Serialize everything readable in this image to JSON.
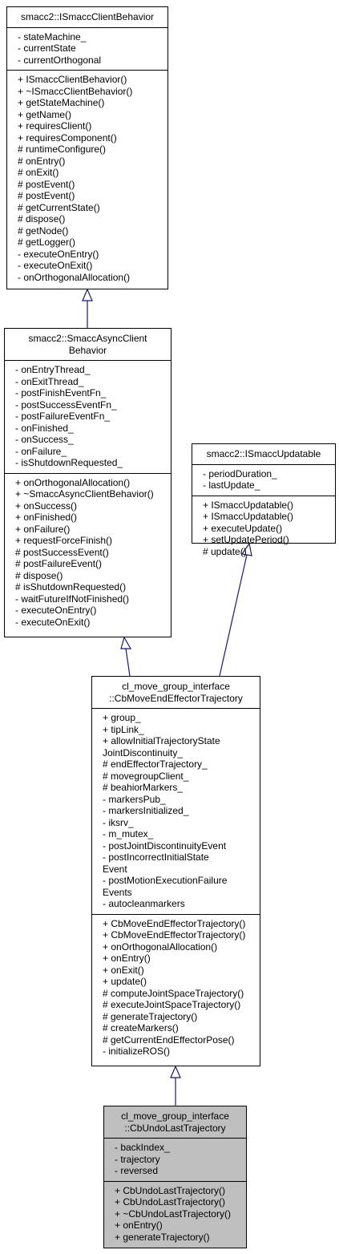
{
  "classes": {
    "client_behavior": {
      "title": [
        "smacc2::ISmaccClientBehavior"
      ],
      "attributes": [
        "- stateMachine_",
        "- currentState",
        "- currentOrthogonal"
      ],
      "methods": [
        "+ ISmaccClientBehavior()",
        "+ ~ISmaccClientBehavior()",
        "+ getStateMachine()",
        "+ getName()",
        "+ requiresClient()",
        "+ requiresComponent()",
        "# runtimeConfigure()",
        "# onEntry()",
        "# onExit()",
        "# postEvent()",
        "# postEvent()",
        "# getCurrentState()",
        "# dispose()",
        "# getNode()",
        "# getLogger()",
        "- executeOnEntry()",
        "- executeOnExit()",
        "- onOrthogonalAllocation()"
      ]
    },
    "async_behavior": {
      "title": [
        "smacc2::SmaccAsyncClient",
        "Behavior"
      ],
      "attributes": [
        "- onEntryThread_",
        "- onExitThread_",
        "- postFinishEventFn_",
        "- postSuccessEventFn_",
        "- postFailureEventFn_",
        "- onFinished_",
        "- onSuccess_",
        "- onFailure_",
        "- isShutdownRequested_"
      ],
      "methods": [
        "+ onOrthogonalAllocation()",
        "+ ~SmaccAsyncClientBehavior()",
        "+ onSuccess()",
        "+ onFinished()",
        "+ onFailure()",
        "+ requestForceFinish()",
        "# postSuccessEvent()",
        "# postFailureEvent()",
        "# dispose()",
        "# isShutdownRequested()",
        "- waitFutureIfNotFinished()",
        "- executeOnEntry()",
        "- executeOnExit()"
      ]
    },
    "updatable": {
      "title": [
        "smacc2::ISmaccUpdatable"
      ],
      "attributes": [
        "- periodDuration_",
        "- lastUpdate_"
      ],
      "methods": [
        "+ ISmaccUpdatable()",
        "+ ISmaccUpdatable()",
        "+ executeUpdate()",
        "+ setUpdatePeriod()",
        "# update()"
      ]
    },
    "move_end_effector": {
      "title": [
        "cl_move_group_interface",
        "::CbMoveEndEffectorTrajectory"
      ],
      "attributes": [
        "+ group_",
        "+ tipLink_",
        "+ allowInitialTrajectoryState",
        "JointDiscontinuity_",
        "# endEffectorTrajectory_",
        "# movegroupClient_",
        "# beahiorMarkers_",
        "- markersPub_",
        "- markersInitialized_",
        "- iksrv_",
        "- m_mutex_",
        "- postJointDiscontinuityEvent",
        "- postIncorrectInitialState",
        "Event",
        "- postMotionExecutionFailure",
        "Events",
        "- autocleanmarkers"
      ],
      "methods": [
        "+ CbMoveEndEffectorTrajectory()",
        "+ CbMoveEndEffectorTrajectory()",
        "+ onOrthogonalAllocation()",
        "+ onEntry()",
        "+ onExit()",
        "+ update()",
        "# computeJointSpaceTrajectory()",
        "# executeJointSpaceTrajectory()",
        "# generateTrajectory()",
        "# createMarkers()",
        "# getCurrentEndEffectorPose()",
        "- initializeROS()"
      ]
    },
    "undo_last": {
      "title": [
        "cl_move_group_interface",
        "::CbUndoLastTrajectory"
      ],
      "attributes": [
        "- backIndex_",
        "- trajectory",
        "- reversed"
      ],
      "methods": [
        "+ CbUndoLastTrajectory()",
        "+ CbUndoLastTrajectory()",
        "+ ~CbUndoLastTrajectory()",
        "+ onEntry()",
        "+ generateTrajectory()"
      ]
    }
  },
  "colors": {
    "edge": "#191970",
    "box_border": "#000000",
    "focus_fill": "#bfbfbf",
    "box_fill": "#ffffff"
  }
}
